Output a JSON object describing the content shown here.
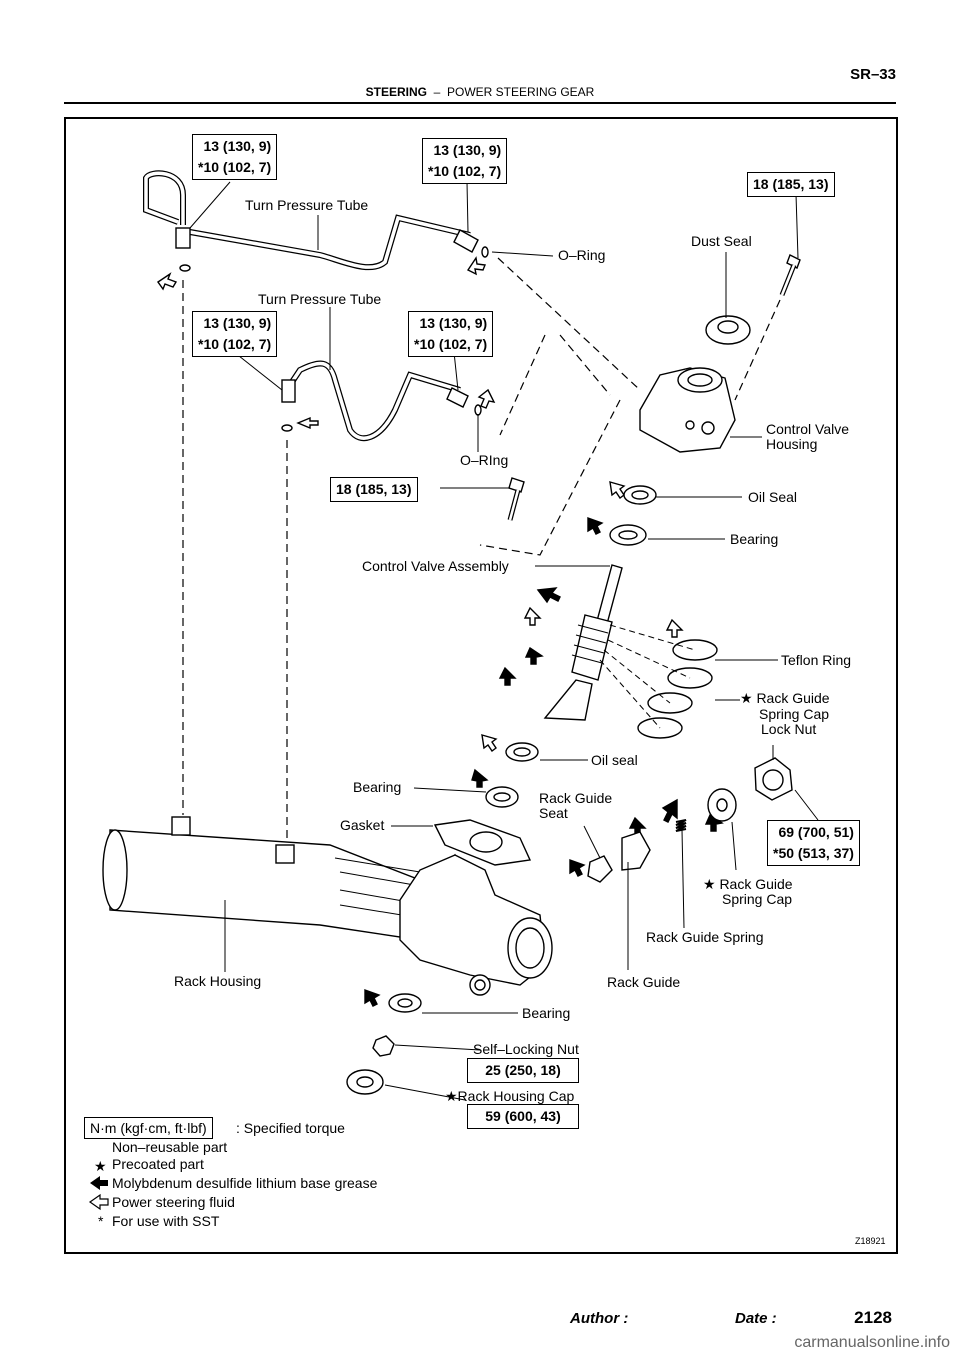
{
  "header": {
    "section": "STEERING",
    "separator": "–",
    "subsection": "POWER STEERING GEAR",
    "page_code": "SR–33"
  },
  "torques": {
    "t1a": "13 (130, 9)",
    "t1b": "*10 (102, 7)",
    "t2a": "13 (130, 9)",
    "t2b": "*10 (102, 7)",
    "t3": "18 (185, 13)",
    "t4a": "13 (130, 9)",
    "t4b": "*10 (102, 7)",
    "t5a": "13 (130, 9)",
    "t5b": "*10 (102, 7)",
    "t6": "18 (185, 13)",
    "t7a": "69 (700, 51)",
    "t7b": "*50 (513, 37)",
    "t8": "25 (250, 18)",
    "t9": "59 (600, 43)"
  },
  "labels": {
    "turn_tube_1": "Turn Pressure Tube",
    "turn_tube_2": "Turn Pressure Tube",
    "oring_1": "O–Ring",
    "oring_2": "O–RIng",
    "dust_seal": "Dust Seal",
    "cv_housing_1": "Control Valve",
    "cv_housing_2": "Housing",
    "oil_seal_1": "Oil Seal",
    "bearing_1": "Bearing",
    "cv_assembly": "Control Valve Assembly",
    "teflon": "Teflon Ring",
    "rg_cap_nut_1": "★ Rack Guide",
    "rg_cap_nut_2": "Spring Cap",
    "rg_cap_nut_3": "Lock Nut",
    "oil_seal_2": "Oil seal",
    "bearing_2": "Bearing",
    "rg_seat_1": "Rack Guide",
    "rg_seat_2": "Seat",
    "gasket": "Gasket",
    "rg_cap_1": "★ Rack Guide",
    "rg_cap_2": "Spring Cap",
    "rg_spring": "Rack Guide Spring",
    "rack_housing": "Rack Housing",
    "rack_guide": "Rack Guide",
    "bearing_3": "Bearing",
    "self_lock": "Self–Locking Nut",
    "rh_cap": "★Rack Housing Cap"
  },
  "legend": {
    "unit_box": "N·m (kgf·cm, ft·lbf)",
    "unit_desc": ": Specified torque",
    "non_reusable": "Non–reusable part",
    "precoated_sym": "★",
    "precoated": "Precoated part",
    "moly": "Molybdenum desulfide lithium base grease",
    "psf": "Power steering fluid",
    "sst_sym": "*",
    "sst": "For use with SST"
  },
  "figure_code": "Z18921",
  "footer": {
    "author": "Author :",
    "date": "Date :",
    "page": "2128"
  },
  "watermark": "carmanualsonline.info"
}
